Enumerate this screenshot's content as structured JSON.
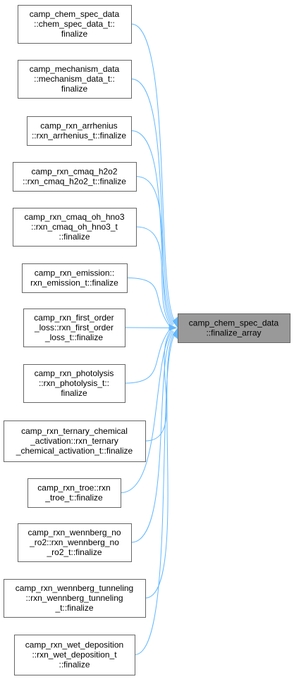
{
  "graph": {
    "target": {
      "lines": [
        "camp_chem_spec_data",
        "::finalize_array"
      ]
    },
    "callers": [
      {
        "lines": [
          "camp_chem_spec_data",
          "::chem_spec_data_t::",
          "finalize"
        ]
      },
      {
        "lines": [
          "camp_mechanism_data",
          "::mechanism_data_t::",
          "finalize"
        ]
      },
      {
        "lines": [
          "camp_rxn_arrhenius",
          "::rxn_arrhenius_t::finalize"
        ]
      },
      {
        "lines": [
          "camp_rxn_cmaq_h2o2",
          "::rxn_cmaq_h2o2_t::finalize"
        ]
      },
      {
        "lines": [
          "camp_rxn_cmaq_oh_hno3",
          "::rxn_cmaq_oh_hno3_t",
          "::finalize"
        ]
      },
      {
        "lines": [
          "camp_rxn_emission::",
          "rxn_emission_t::finalize"
        ]
      },
      {
        "lines": [
          "camp_rxn_first_order",
          "_loss::rxn_first_order",
          "_loss_t::finalize"
        ]
      },
      {
        "lines": [
          "camp_rxn_photolysis",
          "::rxn_photolysis_t::",
          "finalize"
        ]
      },
      {
        "lines": [
          "camp_rxn_ternary_chemical",
          "_activation::rxn_ternary",
          "_chemical_activation_t::finalize"
        ]
      },
      {
        "lines": [
          "camp_rxn_troe::rxn",
          "_troe_t::finalize"
        ]
      },
      {
        "lines": [
          "camp_rxn_wennberg_no",
          "_ro2::rxn_wennberg_no",
          "_ro2_t::finalize"
        ]
      },
      {
        "lines": [
          "camp_rxn_wennberg_tunneling",
          "::rxn_wennberg_tunneling",
          "_t::finalize"
        ]
      },
      {
        "lines": [
          "camp_rxn_wet_deposition",
          "::rxn_wet_deposition_t",
          "::finalize"
        ]
      }
    ],
    "colors": {
      "edge": "#63b8ff",
      "node_border": "#666666",
      "target_fill": "#999999",
      "node_fill": "#ffffff"
    }
  }
}
